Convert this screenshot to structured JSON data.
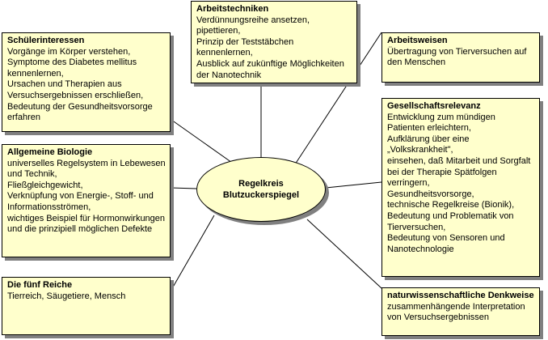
{
  "center": {
    "text": "Regelkreis\nBlutzuckerspiegel"
  },
  "boxes": [
    {
      "title": "Schülerinteressen",
      "body": "Vorgänge im Körper verstehen,\nSymptome des Diabetes mellitus kennenlernen,\nUrsachen und Therapien aus Versuchsergebnissen erschließen,\nBedeutung der Gesundheitsvorsorge erfahren"
    },
    {
      "title": "Arbeitstechniken",
      "body": "Verdünnungsreihe ansetzen, pipettieren,\nPrinzip der Teststäbchen kennenlernen,\nAusblick auf zukünftige Möglichkeiten der Nanotechnik"
    },
    {
      "title": "Arbeitsweisen",
      "body": "Übertragung von Tierversuchen auf den Menschen"
    },
    {
      "title": "Allgemeine Biologie",
      "body": "universelles Regelsystem in Lebewesen und Technik,\nFließgleichgewicht,\nVerknüpfung von Energie-, Stoff- und Informationsströmen,\nwichtiges Beispiel für Hormonwirkungen und die prinzipiell möglichen Defekte"
    },
    {
      "title": "Gesellschaftsrelevanz",
      "body": "Entwicklung zum mündigen Patienten erleichtern,\nAufklärung über eine „Volkskrankheit\",\neinsehen, daß Mitarbeit und Sorgfalt bei der Therapie Spätfolgen verringern,\nGesundheitsvorsorge,\ntechnische Regelkreise (Bionik),\nBedeutung und Problematik von Tierversuchen,\nBedeutung von Sensoren und Nanotechnologie"
    },
    {
      "title": "Die fünf Reiche",
      "body": "Tierreich, Säugetiere, Mensch"
    },
    {
      "title": "naturwissenschaftliche Denkweise",
      "body": "zusammenhängende Interpretation von Versuchsergebnissen"
    }
  ]
}
